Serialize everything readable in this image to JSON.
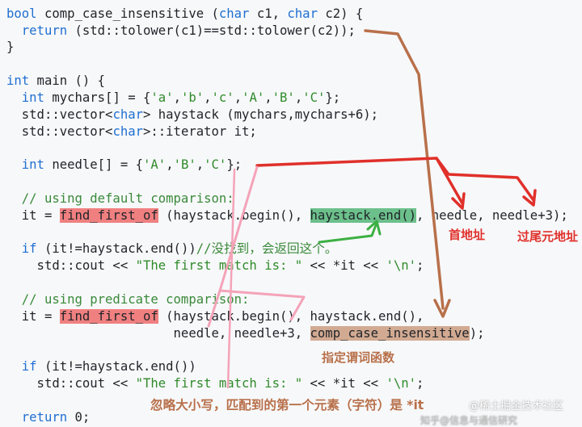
{
  "code_lines": {
    "l1": {
      "a": "bool",
      "b": " comp_case_insensitive (",
      "c": "char",
      "d": " c1, ",
      "e": "char",
      "f": " c2) {"
    },
    "l2": {
      "a": "  ",
      "b": "return",
      "c": " (std::tolower(c1)==std::tolower(c2));"
    },
    "l3": "}",
    "l5": {
      "a": "int",
      "b": " main () {"
    },
    "l6": {
      "a": "  ",
      "b": "int",
      "c": " mychars[] = {",
      "d": "'a'",
      ",1": ",",
      "e": "'b'",
      ",2": ",",
      "f": "'c'",
      ",3": ",",
      "g": "'A'",
      ",4": ",",
      "h": "'B'",
      ",5": ",",
      "i": "'C'",
      "j": "};"
    },
    "l7": {
      "a": "  std::vector<",
      "b": "char",
      "c": "> haystack (mychars,mychars+6);"
    },
    "l8": {
      "a": "  std::vector<",
      "b": "char",
      "c": ">::iterator it;"
    },
    "l10": {
      "a": "  ",
      "b": "int",
      "c": " needle[] = {",
      "d": "'A'",
      "e": ",",
      "f": "'B'",
      "g": ",",
      "h": "'C'",
      "i": "};"
    },
    "l12": "  // using default comparison:",
    "l13": {
      "a": "  it = ",
      "b": "find_first_of",
      "c": " (haystack.begin(), ",
      "d": "haystack.end()",
      "e": ", needle, needle+3);"
    },
    "l15": {
      "a": "  ",
      "b": "if",
      "c": " (it!=haystack.end())",
      "d": "//没找到，会返回这个。"
    },
    "l16": {
      "a": "    std::cout << ",
      "b": "\"The first match is: \"",
      "c": " << *it << ",
      "d": "'\\n'",
      "e": ";"
    },
    "l18": "  // using predicate comparison:",
    "l19": {
      "a": "  it = ",
      "b": "find_first_of",
      "c": " (haystack.begin(), haystack.end(),"
    },
    "l20": {
      "a": "                      needle, needle+3, ",
      "b": "comp_case_insensitive",
      "c": ");"
    },
    "l22": {
      "a": "  ",
      "b": "if",
      "c": " (it!=haystack.end())"
    },
    "l23": {
      "a": "    std::cout << ",
      "b": "\"The first match is: \"",
      "c": " << *it << ",
      "d": "'\\n'",
      "e": ";"
    },
    "l25": {
      "a": "  ",
      "b": "return",
      "c": " 0;"
    }
  },
  "annotations": {
    "first_address": "首地址",
    "past_end_address": "过尾元地址",
    "predicate_function": "指定谓词函数",
    "case_insensitive_note": "忽略大小写，匹配到的第一个元素（字符）是 *it"
  },
  "watermark": {
    "main": "@稀土掘金技术社区",
    "sub": "知乎@信息与通信研究"
  },
  "colors": {
    "keyword": "#1f6fd0",
    "string": "#2f8a2a",
    "comment": "#3a8a3a",
    "highlight_red": "#f08080",
    "highlight_green": "#6cc08b",
    "highlight_brown": "#d2aa92",
    "arrow_red": "#e0302a",
    "arrow_brown": "#b8704a",
    "arrow_pink": "#f4a3b8",
    "arrow_green": "#3cb043"
  }
}
